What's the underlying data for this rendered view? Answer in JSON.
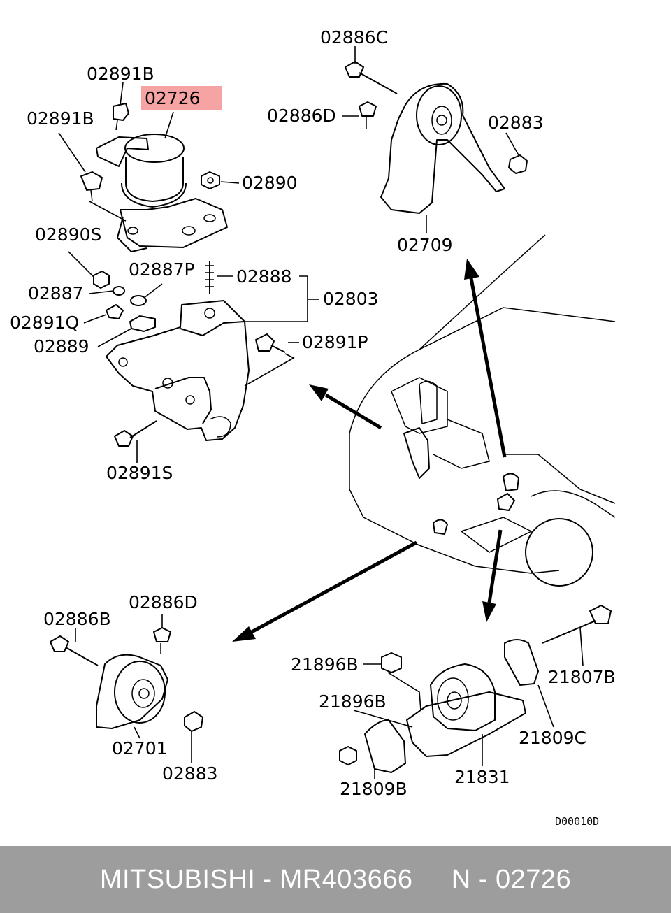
{
  "highlight_color": "#f6a3a3",
  "footer_color": "#9d9d9d",
  "labels": {
    "p02886C": "02886C",
    "p02891B_top": "02891B",
    "p02726": "02726",
    "p02886D_top": "02886D",
    "p02891B_left": "02891B",
    "p02883_top": "02883",
    "p02890": "02890",
    "p02890S": "02890S",
    "p02709": "02709",
    "p02887P": "02887P",
    "p02888": "02888",
    "p02887": "02887",
    "p02803": "02803",
    "p02891Q": "02891Q",
    "p02891P": "02891P",
    "p02889": "02889",
    "p02891S": "02891S",
    "p02886D_bottom": "02886D",
    "p02886B": "02886B",
    "p21896B_a": "21896B",
    "p21807B": "21807B",
    "p21896B_b": "21896B",
    "p02701": "02701",
    "p21809C": "21809C",
    "p02883_bottom": "02883",
    "p21831": "21831",
    "p21809B": "21809B"
  },
  "diagram_code": "D00010D",
  "footer": {
    "brand": "MITSUBISHI",
    "part_number": "MR403666",
    "ref": "N - 02726"
  }
}
